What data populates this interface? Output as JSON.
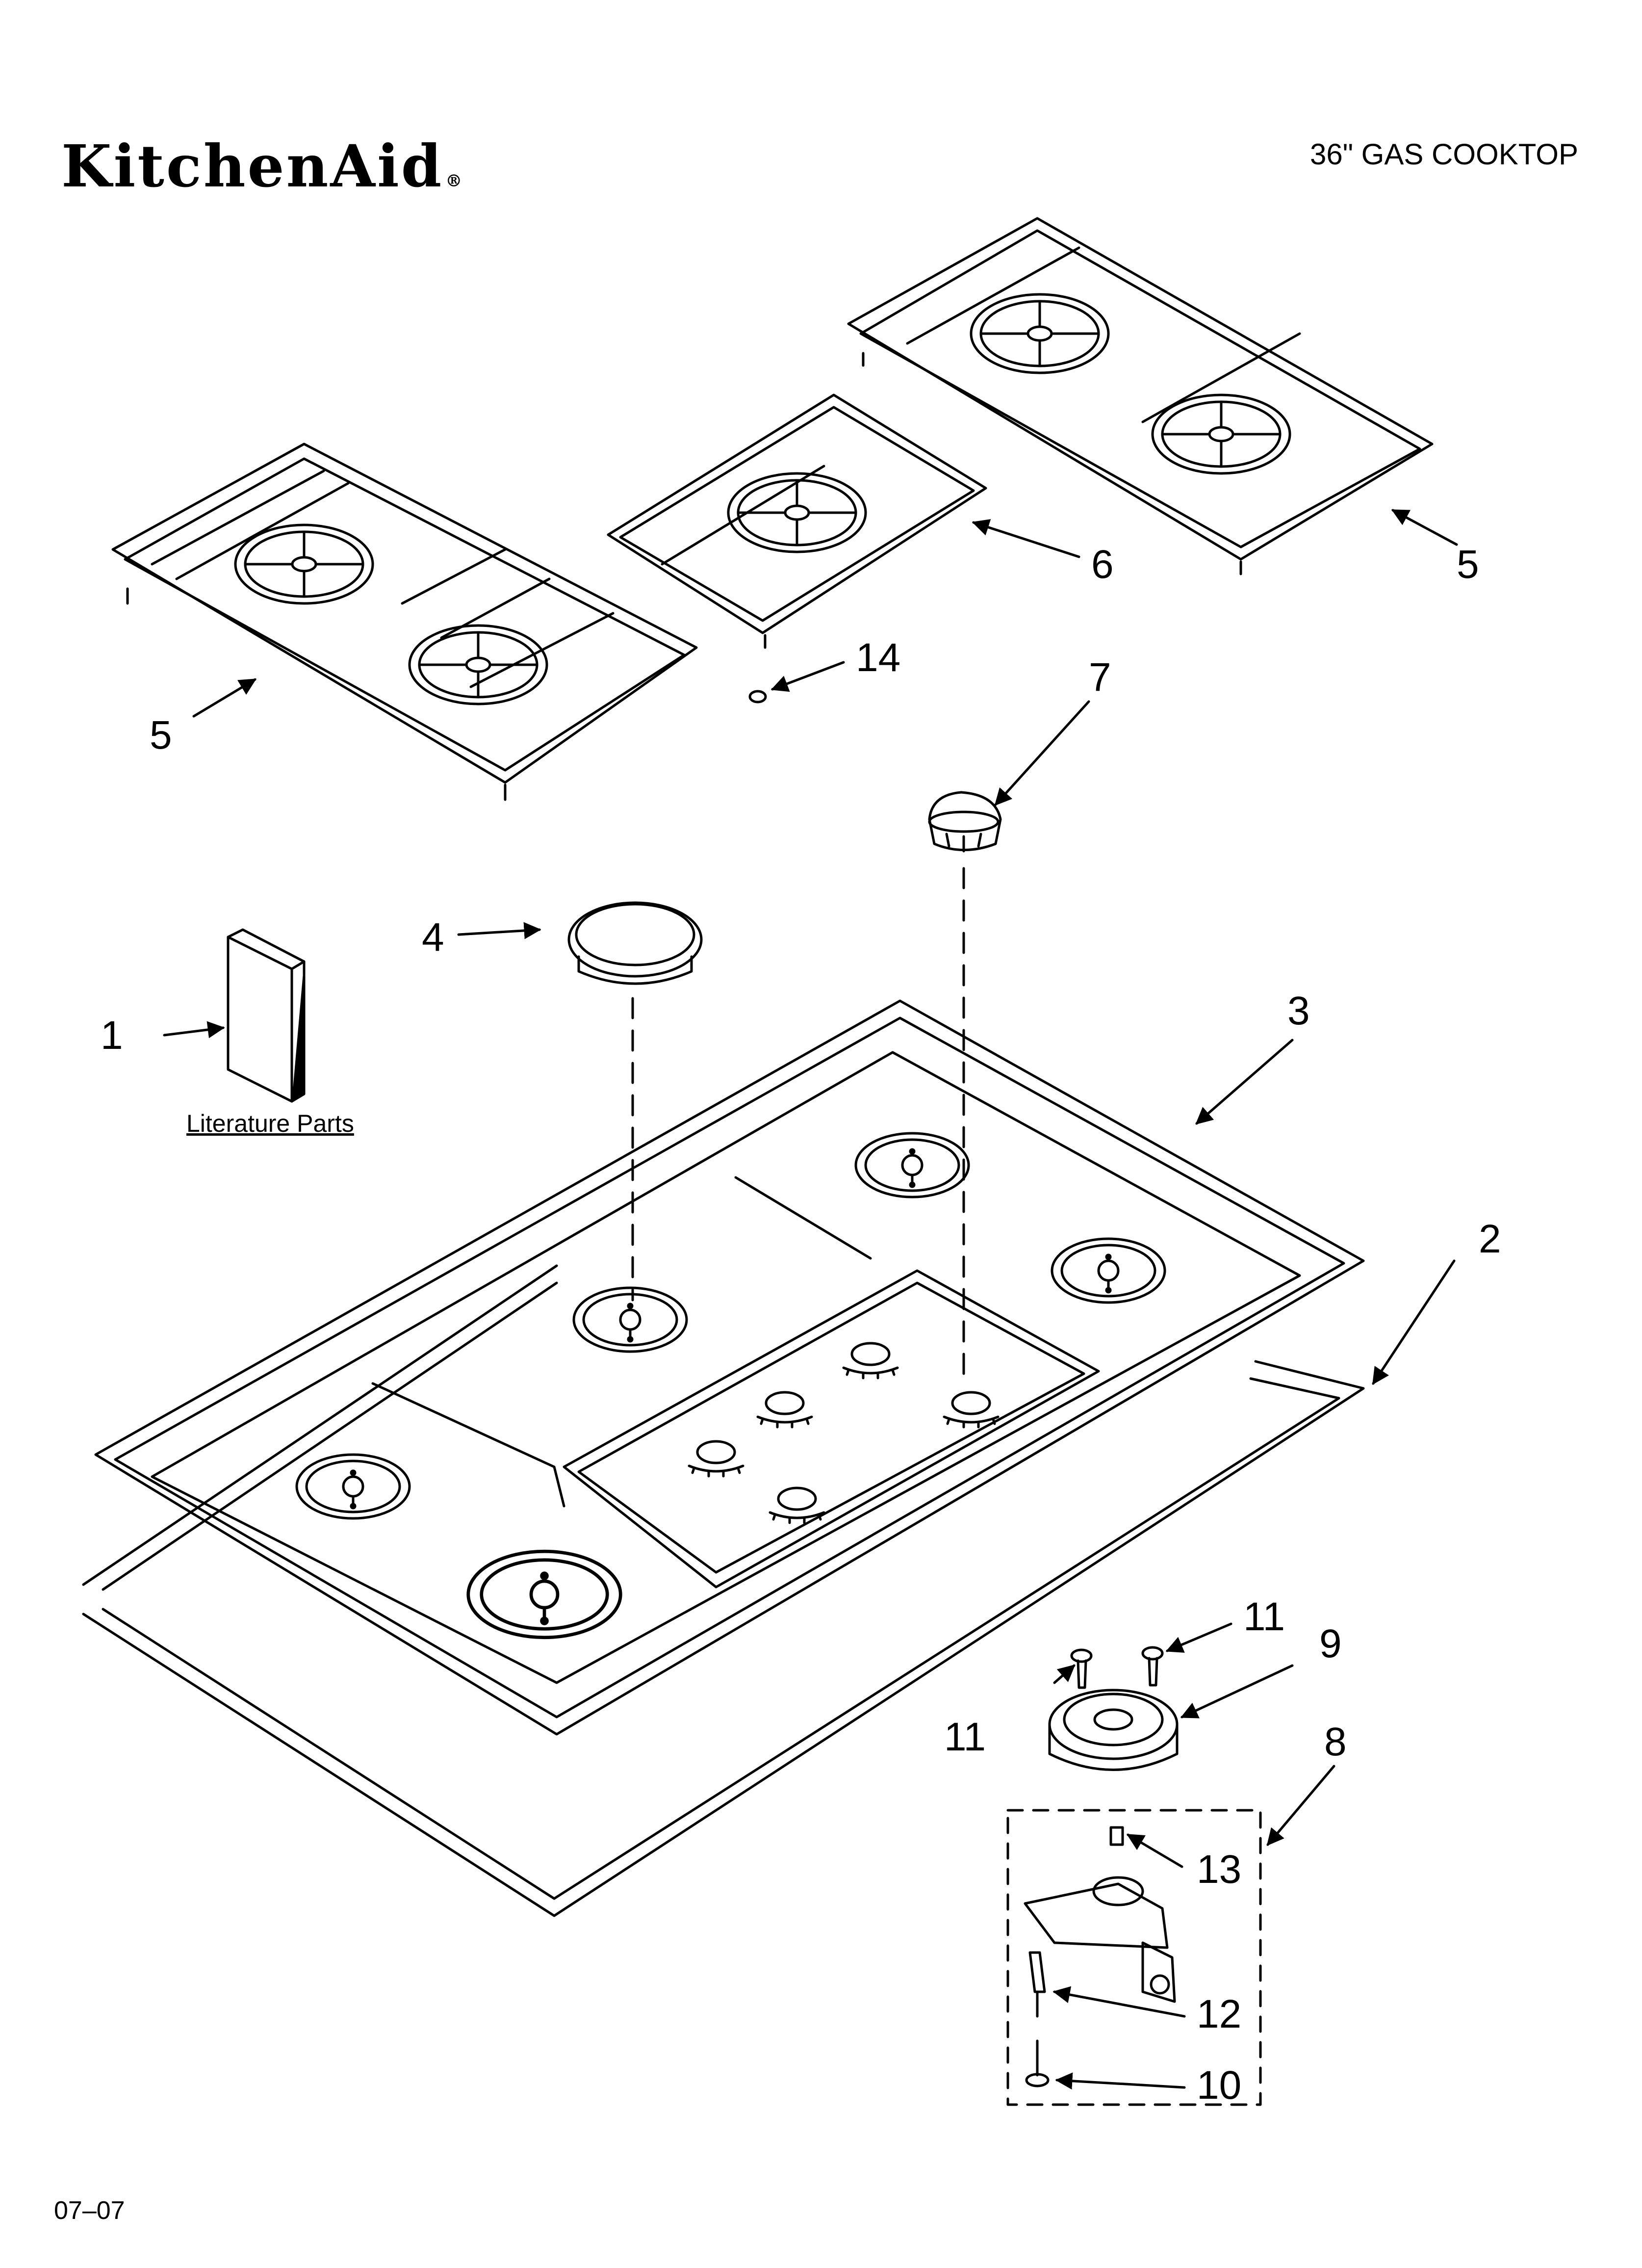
{
  "header": {
    "brand": "KitchenAid",
    "brand_mark": "®",
    "model_title": "36\" GAS COOKTOP"
  },
  "footer": {
    "date_code": "07–07"
  },
  "literature_label": "Literature Parts",
  "callouts": {
    "n1": "1",
    "n2": "2",
    "n3": "3",
    "n4": "4",
    "n5a": "5",
    "n5b": "5",
    "n6": "6",
    "n7": "7",
    "n8": "8",
    "n9": "9",
    "n10": "10",
    "n11a": "11",
    "n11b": "11",
    "n12": "12",
    "n13": "13",
    "n14": "14"
  }
}
